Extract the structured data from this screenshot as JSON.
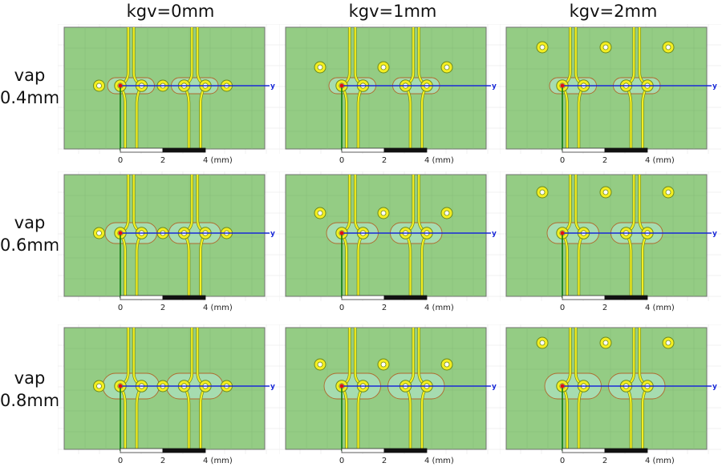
{
  "columns": [
    {
      "label": "kgv=0mm"
    },
    {
      "label": "kgv=1mm"
    },
    {
      "label": "kgv=2mm"
    }
  ],
  "rows": [
    {
      "name": "vap",
      "value": "0.4mm"
    },
    {
      "name": "vap",
      "value": "0.6mm"
    },
    {
      "name": "vap",
      "value": "0.8mm"
    }
  ],
  "axis": {
    "ticks": [
      "0",
      "2",
      "4 (mm)"
    ],
    "y_label": "y"
  },
  "colors": {
    "board": "#94cc84",
    "trace": "#f4ee22",
    "trace_edge": "#6c8a1c",
    "antipad_fill": "#a6dcb0",
    "antipad_edge": "#b0682c",
    "axis_y": "#1a2ad8",
    "axis_x": "#0e7a0e",
    "origin": "#e01010"
  }
}
